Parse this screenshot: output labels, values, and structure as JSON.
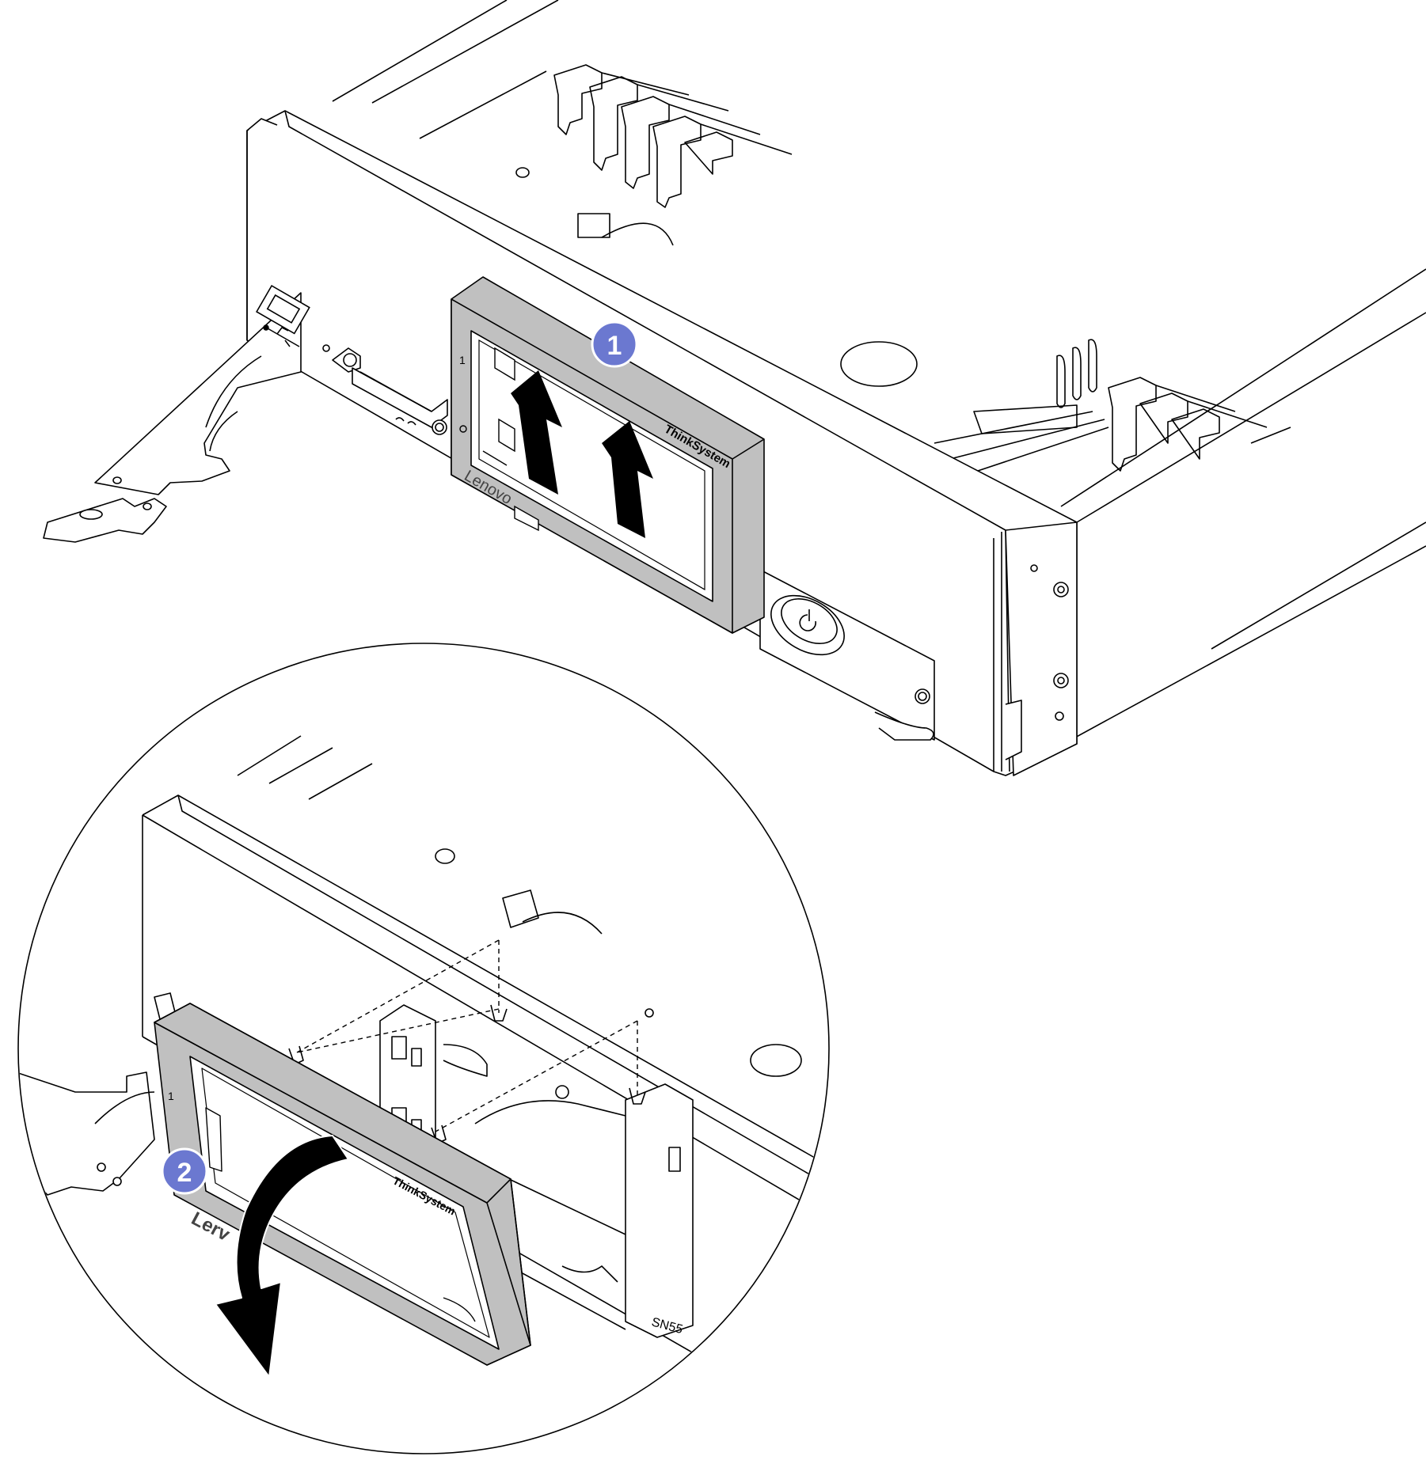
{
  "callouts": [
    {
      "number": "1",
      "color": "#6b78d0"
    },
    {
      "number": "2",
      "color": "#6b78d0"
    }
  ],
  "bezel": {
    "brand_label": "Lenovo",
    "brand_label_detail": "Lerv",
    "product_label": "ThinkSystem",
    "slot_label": "1",
    "fill_color": "#c0c0c0"
  },
  "serial_label": "SN55",
  "colors": {
    "line": "#000000",
    "background": "#ffffff",
    "bezel": "#c0c0c0",
    "arrow": "#000000"
  },
  "icons": [
    "usb-icon",
    "power-button-icon",
    "up-arrow-icon",
    "rotate-down-arrow-icon"
  ]
}
